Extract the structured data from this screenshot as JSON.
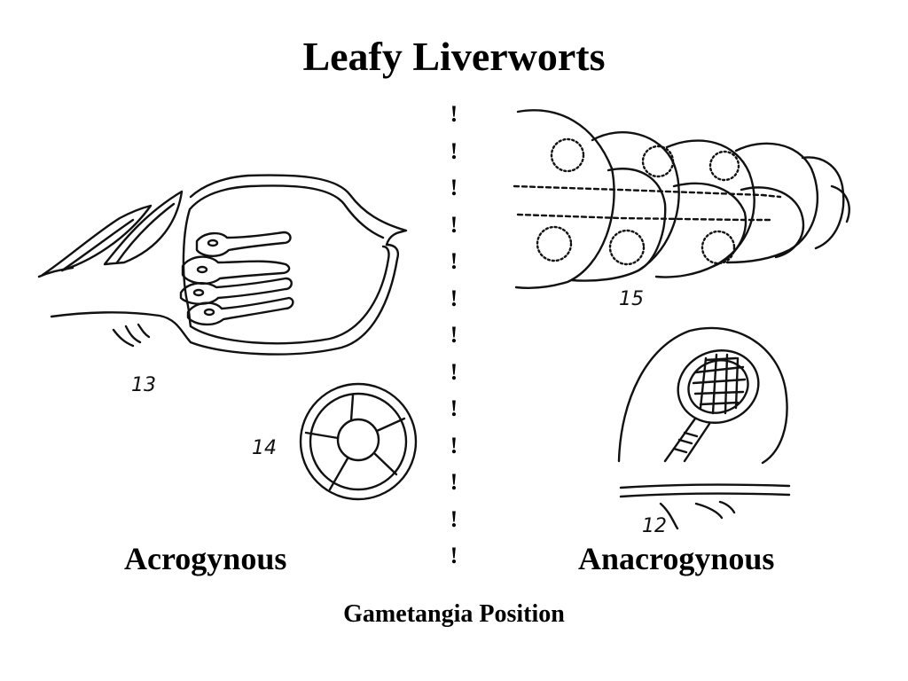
{
  "title": "Leafy Liverworts",
  "divider_char": "!",
  "figure_numbers": {
    "fig13": "13",
    "fig14": "14",
    "fig15": "15",
    "fig12": "12"
  },
  "labels": {
    "left": "Acrogynous",
    "right": "Anacrogynous"
  },
  "caption": "Gametangia Position"
}
